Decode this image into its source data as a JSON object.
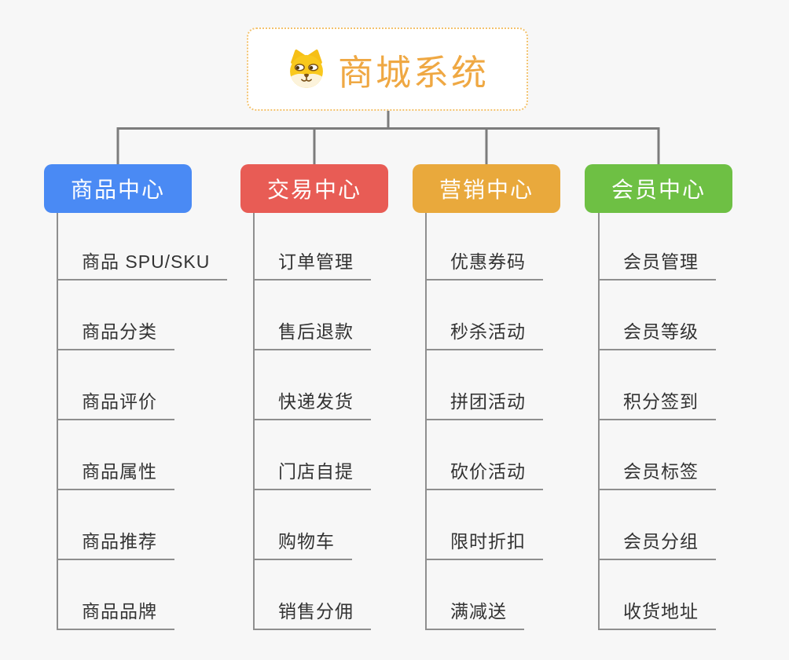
{
  "root": {
    "title": "商城系统",
    "icon": "dog-face-icon",
    "text_color": "#efa843",
    "border_color": "#f3c26d",
    "background": "#ffffff"
  },
  "branches": [
    {
      "label": "商品中心",
      "color": "#4a8af4",
      "children": [
        "商品 SPU/SKU",
        "商品分类",
        "商品评价",
        "商品属性",
        "商品推荐",
        "商品品牌"
      ]
    },
    {
      "label": "交易中心",
      "color": "#e85c55",
      "children": [
        "订单管理",
        "售后退款",
        "快递发货",
        "门店自提",
        "购物车",
        "销售分佣"
      ]
    },
    {
      "label": "营销中心",
      "color": "#e9a93c",
      "children": [
        "优惠券码",
        "秒杀活动",
        "拼团活动",
        "砍价活动",
        "限时折扣",
        "满减送"
      ]
    },
    {
      "label": "会员中心",
      "color": "#6ec044",
      "children": [
        "会员管理",
        "会员等级",
        "积分签到",
        "会员标签",
        "会员分组",
        "收货地址"
      ]
    }
  ],
  "colors": {
    "canvas_background": "#f7f7f7",
    "tree_connector_line": "#7c7c7c",
    "child_connector_line": "#8f8f8f",
    "child_text": "#333333"
  }
}
